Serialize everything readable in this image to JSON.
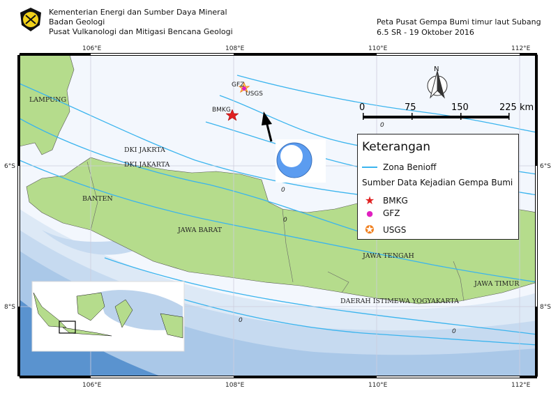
{
  "header": {
    "org_lines": [
      "Kementerian Energi dan Sumber Daya Mineral",
      "Badan Geologi",
      "Pusat Vulkanologi dan Mitigasi Bencana Geologi"
    ],
    "title_lines": [
      "Peta Pusat Gempa Bumi timur laut Subang",
      "6.5 SR - 19 Oktober 2016"
    ]
  },
  "map": {
    "lon_ticks": [
      "106°E",
      "108°E",
      "110°E",
      "112°E"
    ],
    "lat_ticks": [
      "6°S",
      "8°S"
    ],
    "regions": [
      "LAMPUNG",
      "DKI JAKRTA",
      "DKI JAKARTA",
      "BANTEN",
      "JAWA BARAT",
      "JAWA TENGAH",
      "JAWA TIMUR",
      "DAERAH ISTIMEWA YOGYAKARTA"
    ],
    "contour_label": "0",
    "epicenters": [
      {
        "source": "BMKG",
        "symbol": "star",
        "color": "#e02020"
      },
      {
        "source": "GFZ",
        "symbol": "circle",
        "color": "#e020c0"
      },
      {
        "source": "USGS",
        "symbol": "star",
        "color": "#f08020"
      }
    ],
    "north_label": "N",
    "scale_labels": [
      "0",
      "75",
      "150",
      "225 km"
    ],
    "colors": {
      "land": "#b5dc8c",
      "sea": "#f3f7fd",
      "benioff": "#3ab4ee",
      "deep_sea": "#5a93cf"
    }
  },
  "legend": {
    "title": "Keterangan",
    "line_item": "Zona Benioff",
    "subtitle": "Sumber Data Kejadian Gempa Bumi",
    "items": [
      "BMKG",
      "GFZ",
      "USGS"
    ]
  }
}
